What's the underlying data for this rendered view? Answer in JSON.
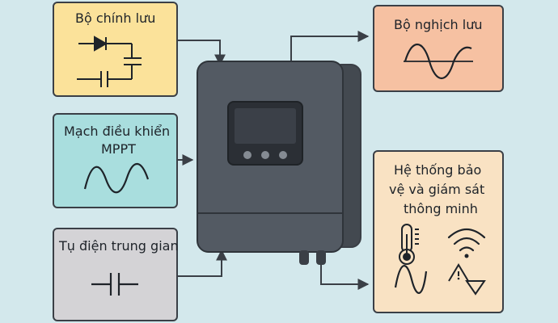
{
  "colors": {
    "background": "#d3e8ec",
    "rectifier": "#fbe29a",
    "mppt": "#a9dede",
    "capacitor": "#d4d3d6",
    "inverter": "#f6c1a2",
    "protection": "#f9e2c3",
    "device_body": "#535a63",
    "stroke": "#3a3f46"
  },
  "blocks": {
    "rectifier": {
      "title": "Bộ chính lưu",
      "icon": "diode-capacitor-circuit-icon"
    },
    "mppt": {
      "title_line1": "Mạch điều khiển",
      "title_line2": "MPPT",
      "icon": "sine-wave-icon"
    },
    "capacitor": {
      "title": "Tụ điện trung gian",
      "icon": "capacitor-symbol-icon"
    },
    "inverter": {
      "title": "Bộ nghịch lưu",
      "icon": "sine-wave-icon"
    },
    "protection": {
      "title_line1": "Hệ thống bảo",
      "title_line2": "vệ và giám sát",
      "title_line3": "thông minh",
      "icons": [
        "thermometer-icon",
        "wifi-icon",
        "ac-wave-icon",
        "warning-triangle-icon"
      ]
    }
  },
  "device": {
    "icon": "inverter-device-icon",
    "buttons": 3
  }
}
